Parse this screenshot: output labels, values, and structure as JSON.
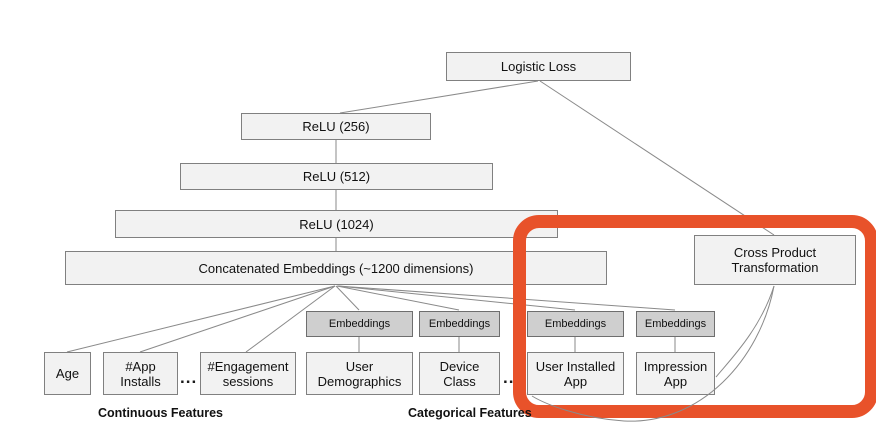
{
  "diagram": {
    "title_nodes": {
      "loss": "Logistic Loss",
      "relu256": "ReLU (256)",
      "relu512": "ReLU (512)",
      "relu1024": "ReLU (1024)",
      "concat": "Concatenated Embeddings (~1200 dimensions)",
      "cross_product": "Cross Product\nTransformation"
    },
    "embeddings": [
      {
        "label": "Embeddings"
      },
      {
        "label": "Embeddings"
      },
      {
        "label": "Embeddings"
      },
      {
        "label": "Embeddings"
      }
    ],
    "features": [
      {
        "label": "Age"
      },
      {
        "label": "#App\nInstalls"
      },
      {
        "label": "#Engagement\nsessions"
      },
      {
        "label": "User\nDemographics"
      },
      {
        "label": "Device\nClass"
      },
      {
        "label": "User Installed\nApp"
      },
      {
        "label": "Impression\nApp"
      }
    ],
    "ellipses": [
      {
        "label": "..."
      },
      {
        "label": "..."
      }
    ],
    "group_labels": {
      "continuous": "Continuous Features",
      "categorical": "Categorical Features"
    },
    "colors": {
      "highlight": "#e8522a",
      "node_fill": "#f2f2f2",
      "embedding_fill": "#cfcfcf",
      "node_stroke": "#808080",
      "link_stroke": "#8a8a8a",
      "text": "#111111"
    }
  }
}
